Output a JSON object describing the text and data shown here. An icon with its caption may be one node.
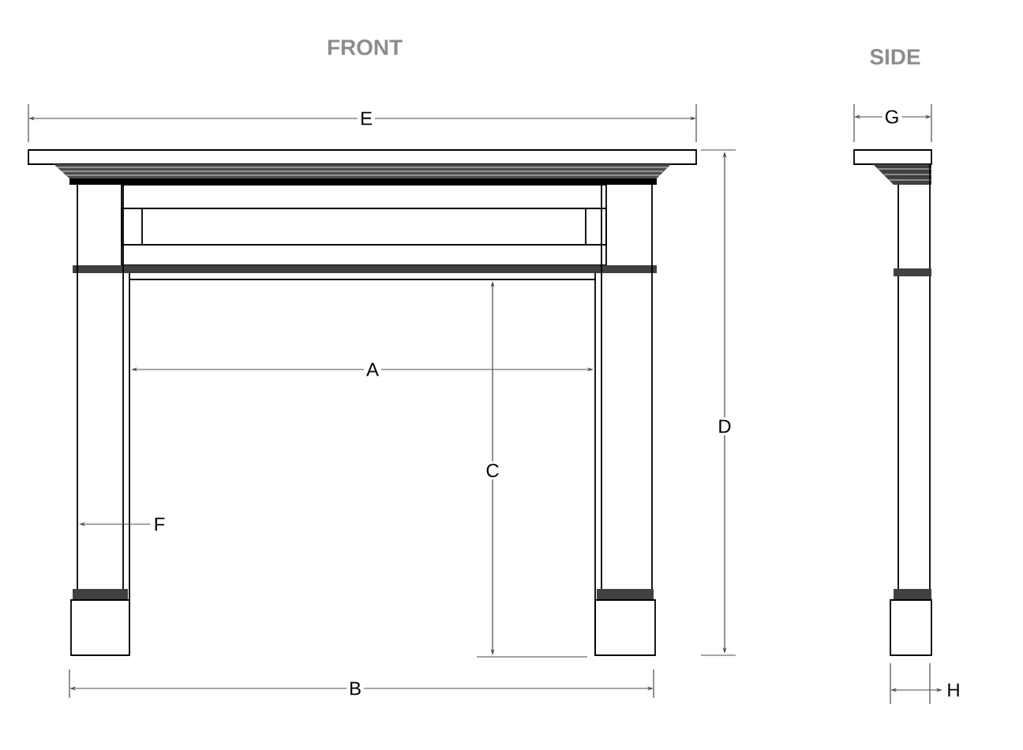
{
  "diagram": {
    "labels": [
      "FRONT",
      "SIDE",
      "E",
      "G",
      "A",
      "D",
      "C",
      "F",
      "B",
      "H"
    ]
  }
}
